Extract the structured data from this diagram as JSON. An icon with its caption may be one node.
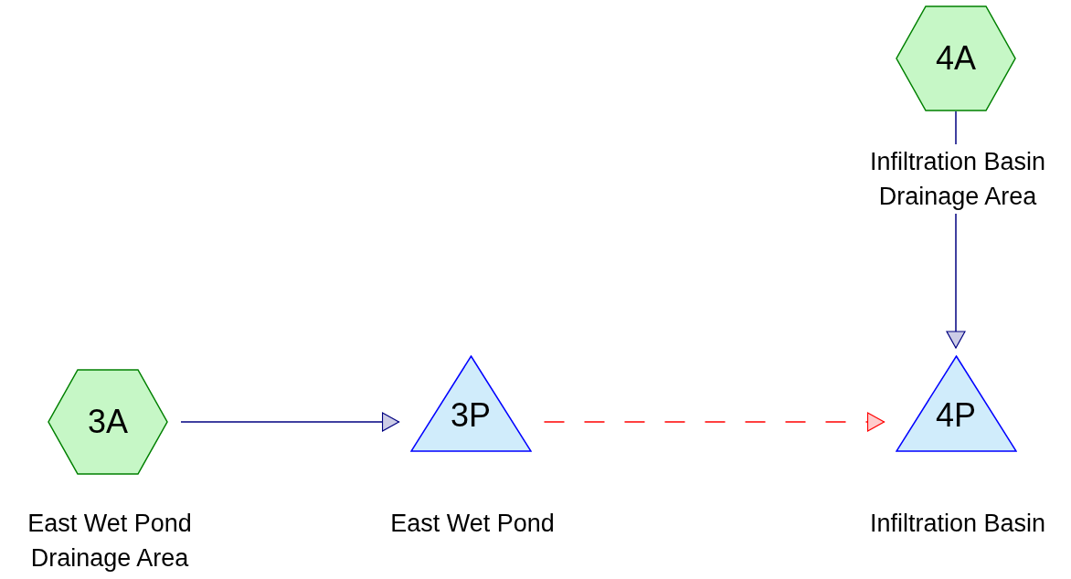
{
  "diagram": {
    "nodes": [
      {
        "text": [
          "4A"
        ],
        "beside": [
          "Infiltration Basin Drainage Area"
        ]
      },
      {
        "text": [
          "3A"
        ],
        "beside": [
          "East Wet Pond Drainage Area"
        ]
      },
      {
        "text": [
          "3P"
        ],
        "beside": [
          "East Wet Pond"
        ]
      },
      {
        "text": [
          "4P"
        ],
        "beside": [
          "Infiltration Basin"
        ]
      }
    ],
    "edges": [
      {
        "from": 1,
        "to": 2,
        "arrow": "to"
      },
      {
        "from": 2,
        "to": 3,
        "arrow": "to",
        "style": "dashed",
        "color": "#ff0000"
      },
      {
        "from": 0,
        "to": 3,
        "arrow": "to"
      }
    ]
  }
}
